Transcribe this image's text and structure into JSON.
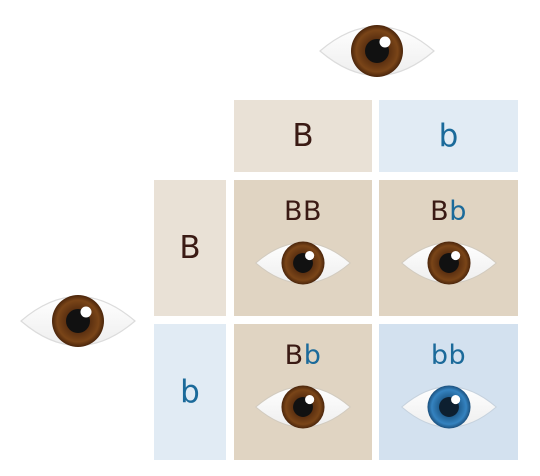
{
  "colors": {
    "dominant_text": "#3a1a14",
    "recessive_text": "#1b6a9a",
    "header_dominant_bg": "#e9e1d6",
    "header_recessive_bg": "#e1ebf4",
    "cell_brown_bg": "#e0d4c2",
    "cell_blue_bg": "#d3e1ef",
    "brown_iris": "#6d3c13",
    "blue_iris": "#2a6fa6"
  },
  "parents": {
    "top_eye": "brown-eye-icon",
    "left_eye": "brown-eye-icon"
  },
  "columns": [
    {
      "allele": "B",
      "type": "dominant"
    },
    {
      "allele": "b",
      "type": "recessive"
    }
  ],
  "rows": [
    {
      "allele": "B",
      "type": "dominant"
    },
    {
      "allele": "b",
      "type": "recessive"
    }
  ],
  "cells": [
    [
      {
        "a1": "B",
        "a2": "B",
        "eye_color": "brown",
        "eye_icon": "brown-eye-icon"
      },
      {
        "a1": "B",
        "a2": "b",
        "eye_color": "brown",
        "eye_icon": "brown-eye-icon"
      }
    ],
    [
      {
        "a1": "B",
        "a2": "b",
        "eye_color": "brown",
        "eye_icon": "brown-eye-icon"
      },
      {
        "a1": "b",
        "a2": "b",
        "eye_color": "blue",
        "eye_icon": "blue-eye-icon"
      }
    ]
  ]
}
